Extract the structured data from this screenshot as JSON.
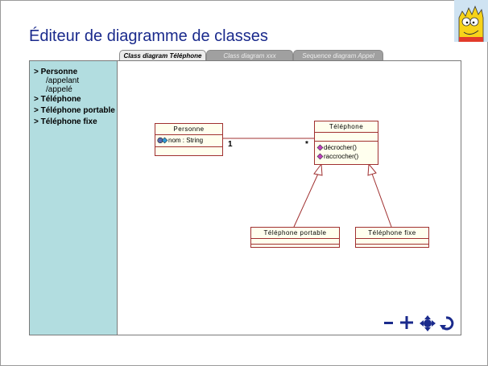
{
  "app": {
    "title": "Éditeur de diagramme de classes"
  },
  "tabs": [
    {
      "label": "Class diagram Téléphone",
      "active": true
    },
    {
      "label": "Class diagram xxx",
      "active": false
    },
    {
      "label": "Sequence diagram Appel",
      "active": false
    }
  ],
  "sidebar": {
    "items": [
      {
        "label": "> Personne",
        "subitems": [
          "/appelant",
          "/appelé"
        ]
      },
      {
        "label": "> Téléphone"
      },
      {
        "label": "> Téléphone portable"
      },
      {
        "label": "> Téléphone fixe"
      }
    ]
  },
  "diagram": {
    "classes": {
      "personne": {
        "name": "Personne",
        "attributes": [
          "nom : String"
        ],
        "operations": []
      },
      "telephone": {
        "name": "Téléphone",
        "attributes": [],
        "operations": [
          "décrocher()",
          "raccrocher()"
        ]
      },
      "portable": {
        "name": "Téléphone portable"
      },
      "fixe": {
        "name": "Téléphone fixe"
      }
    },
    "association": {
      "source_multiplicity": "1",
      "target_multiplicity": "*"
    }
  },
  "toolbar": {
    "zoom_out_icon": "minus-icon",
    "zoom_in_icon": "plus-icon",
    "pan_icon": "move-icon",
    "rotate_icon": "rotate-icon"
  },
  "colors": {
    "title": "#1a2a8c",
    "sidebar_bg": "#b2dde0",
    "uml_border": "#a03030",
    "uml_fill": "#ffffee",
    "toolbar": "#1a2a8c"
  }
}
